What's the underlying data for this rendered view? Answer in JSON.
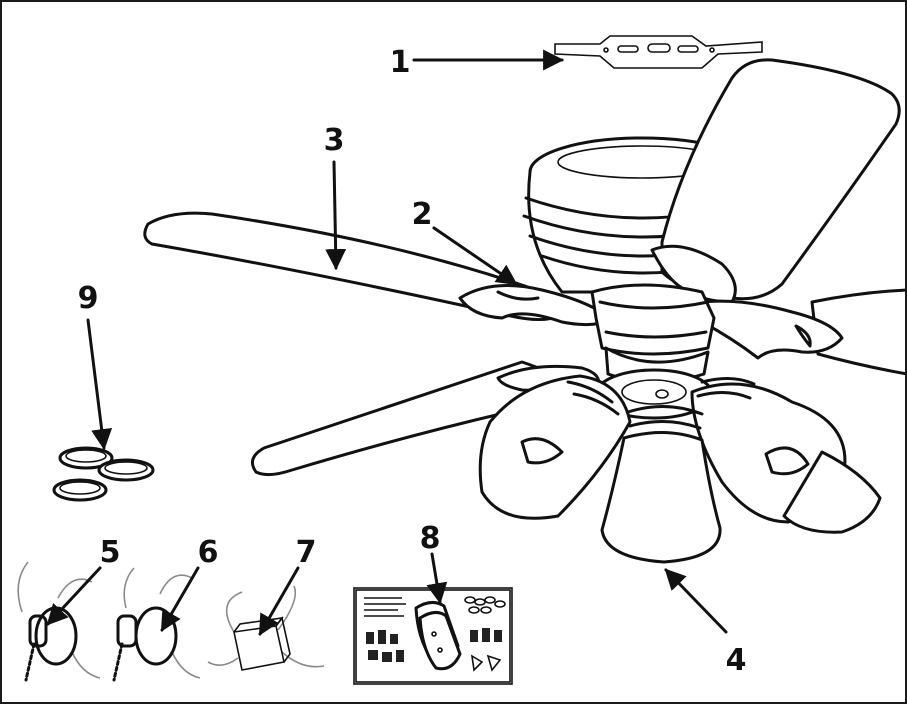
{
  "callouts": {
    "c1": "1",
    "c2": "2",
    "c3": "3",
    "c4": "4",
    "c5": "5",
    "c6": "6",
    "c7": "7",
    "c8": "8",
    "c9": "9"
  },
  "colors": {
    "ink": "#111111",
    "background": "#ffffff",
    "wire": "#8a8a8a"
  }
}
